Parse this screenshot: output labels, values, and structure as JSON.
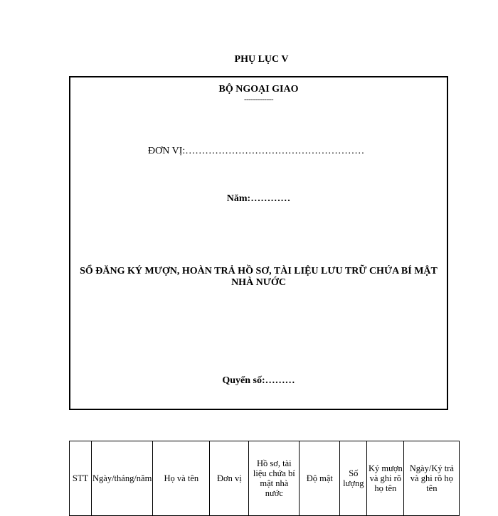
{
  "appendix_title": "PHỤ LỤC V",
  "cover": {
    "ministry": "BỘ NGOẠI GIAO",
    "ministry_rule": "-------------",
    "unit_line": "ĐƠN VỊ:………………………………………………",
    "year_line": "Năm:…………",
    "book_title": "SỔ ĐĂNG KÝ MƯỢN, HOÀN TRẢ HỒ SƠ, TÀI LIỆU LƯU TRỮ CHỨA BÍ MẬT NHÀ NƯỚC",
    "volume_line": "Quyển số:………"
  },
  "register_table": {
    "headers": [
      "STT",
      "Ngày/tháng/năm",
      "Họ và tên",
      "Đơn vị",
      "Hồ sơ, tài liệu chứa bí mật nhà nước",
      "Độ mật",
      "Số lượng",
      "Ký mượn và ghi rõ họ tên",
      "Ngày/Ký trả và ghi rõ họ tên"
    ]
  }
}
